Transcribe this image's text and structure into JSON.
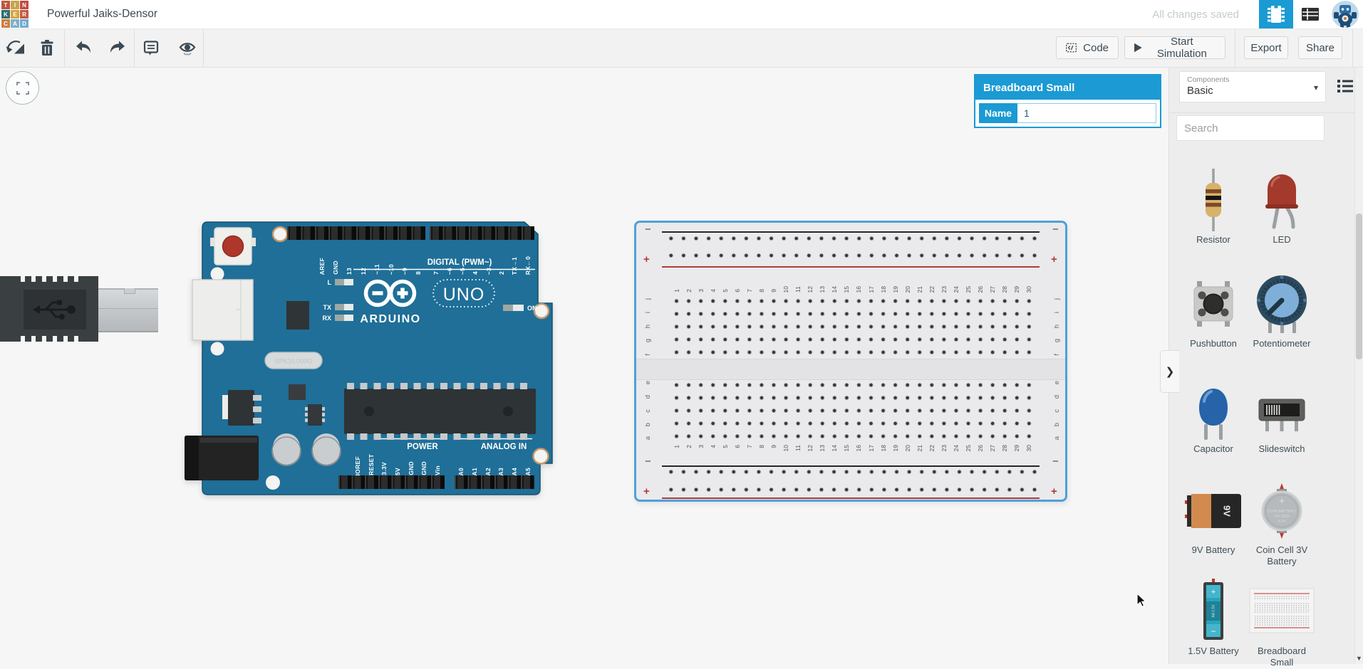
{
  "header": {
    "logo_letters": [
      "T",
      "I",
      "N",
      "K",
      "E",
      "R",
      "C",
      "A",
      "D"
    ],
    "title": "Powerful Jaiks-Densor",
    "saved_status": "All changes saved"
  },
  "toolbar": {
    "code_label": "Code",
    "start_simulation_label": "Start Simulation",
    "export_label": "Export",
    "share_label": "Share"
  },
  "selection_panel": {
    "title": "Breadboard Small",
    "name_label": "Name",
    "name_value": "1"
  },
  "canvas": {
    "collapse_chevron": "❯"
  },
  "sidebar": {
    "components_label": "Components",
    "category": "Basic",
    "caret": "▾",
    "search_placeholder": "Search",
    "scroll_down": "▼",
    "items": [
      {
        "label": "Resistor"
      },
      {
        "label": "LED"
      },
      {
        "label": "Pushbutton"
      },
      {
        "label": "Potentiometer"
      },
      {
        "label": "Capacitor"
      },
      {
        "label": "Slideswitch"
      },
      {
        "label": "9V Battery"
      },
      {
        "label": "Coin Cell 3V Battery"
      },
      {
        "label": "1.5V Battery"
      },
      {
        "label": "Breadboard Small"
      }
    ],
    "battery9v_text": "9V",
    "coin_plus": "+",
    "coin_lines": [
      "COIN BATTERY",
      "CR 2032",
      "3.0V"
    ],
    "aa_plus": "+",
    "aa_minus": "−",
    "aa_text": "AA 1.5V"
  },
  "arduino": {
    "brand": "ARDUINO",
    "model": "UNO",
    "digital_label": "DIGITAL (PWM~)",
    "digital_pins_left": [
      "AREF",
      "GND",
      "13",
      "12",
      "~11",
      "~10",
      "~9",
      "8"
    ],
    "digital_pins_right": [
      "7",
      "~6",
      "~5",
      "4",
      "~3",
      "2",
      "TX→1",
      "RX←0"
    ],
    "led_l": "L",
    "led_tx": "TX",
    "led_rx": "RX",
    "on_label": "ON",
    "crystal": "SPK16.000G",
    "power_label": "POWER",
    "power_pins": [
      "IOREF",
      "RESET",
      "3.3V",
      "5V",
      "GND",
      "GND",
      "Vin"
    ],
    "analog_label": "ANALOG IN",
    "analog_pins": [
      "A0",
      "A1",
      "A2",
      "A3",
      "A4",
      "A5"
    ]
  },
  "breadboard": {
    "columns": [
      "1",
      "2",
      "3",
      "4",
      "5",
      "6",
      "7",
      "8",
      "9",
      "10",
      "11",
      "12",
      "13",
      "14",
      "15",
      "16",
      "17",
      "18",
      "19",
      "20",
      "21",
      "22",
      "23",
      "24",
      "25",
      "26",
      "27",
      "28",
      "29",
      "30"
    ],
    "rows_top": [
      "j",
      "i",
      "h",
      "g",
      "f"
    ],
    "rows_bottom": [
      "e",
      "d",
      "c",
      "b",
      "a"
    ],
    "minus": "−",
    "plus": "+"
  },
  "colors": {
    "accent_blue": "#1B9AD3",
    "board_blue": "#1F6F98",
    "selection_blue": "#4FA0DA",
    "dark_slate": "#3B4A54",
    "rail_red": "#B23B35"
  }
}
